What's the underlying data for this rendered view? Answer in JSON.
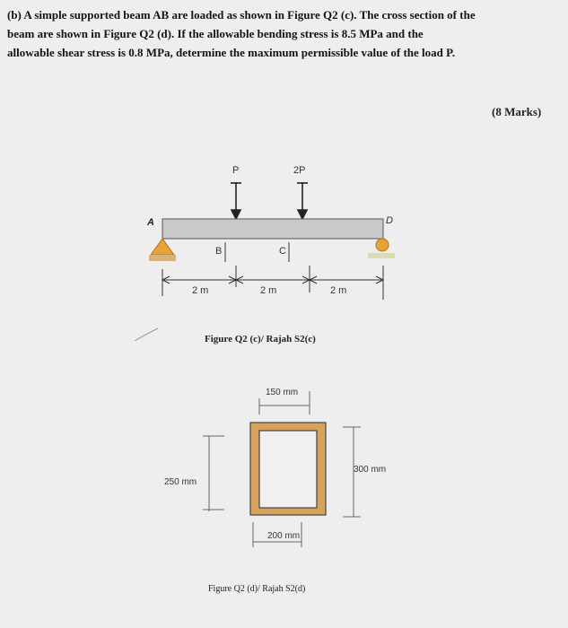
{
  "question": {
    "lines": [
      "(b)  A simple supported beam AB are loaded as shown in Figure Q2 (c). The cross section of the",
      "beam are shown in Figure Q2 (d). If   the allowable bending stress is 8.5 MPa and the",
      "allowable shear stress is 0.8 MPa, determine the maximum permissible value of the load P."
    ],
    "marks": "(8 Marks)"
  },
  "figure_c": {
    "loads": [
      "P",
      "2P"
    ],
    "points": [
      "A",
      "B",
      "C",
      "D"
    ],
    "spans": [
      "2 m",
      "2 m",
      "2 m"
    ],
    "caption": "Figure Q2 (c)/ Rajah S2(c)"
  },
  "figure_d": {
    "dims": {
      "top_width": "150 mm",
      "inner_height": "250 mm",
      "outer_height": "300 mm",
      "outer_width": "200 mm"
    },
    "caption": "Figure Q2 (d)/ Rajah S2(d)"
  },
  "colors": {
    "beam_fill": "#c9c9c9",
    "support": "#e8a23a",
    "section": "#d6a35a"
  }
}
